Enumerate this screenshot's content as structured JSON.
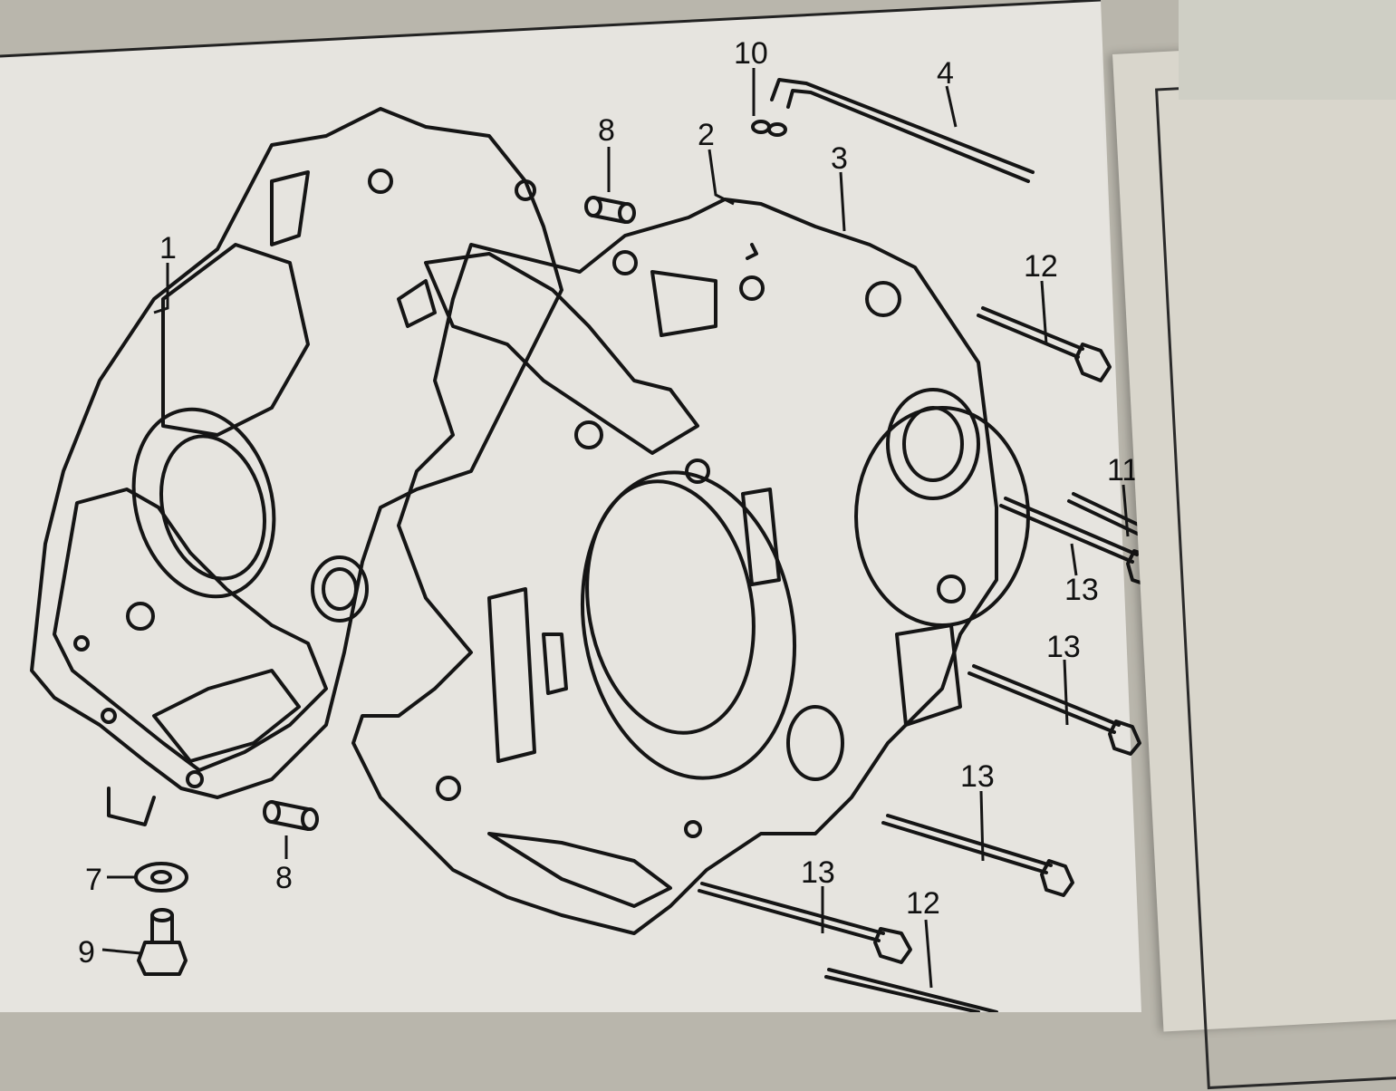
{
  "diagram": {
    "callouts": [
      {
        "id": "c1",
        "label": "1"
      },
      {
        "id": "c2",
        "label": "2"
      },
      {
        "id": "c3",
        "label": "3"
      },
      {
        "id": "c4",
        "label": "4"
      },
      {
        "id": "c7",
        "label": "7"
      },
      {
        "id": "c8a",
        "label": "8"
      },
      {
        "id": "c8b",
        "label": "8"
      },
      {
        "id": "c9",
        "label": "9"
      },
      {
        "id": "c10",
        "label": "10"
      },
      {
        "id": "c11",
        "label": "11"
      },
      {
        "id": "c12a",
        "label": "12"
      },
      {
        "id": "c12b",
        "label": "12"
      },
      {
        "id": "c13a",
        "label": "13"
      },
      {
        "id": "c13b",
        "label": "13"
      },
      {
        "id": "c13c",
        "label": "13"
      },
      {
        "id": "c13d",
        "label": "13"
      }
    ]
  },
  "colors": {
    "paper": "#e6e4df",
    "ink": "#151515",
    "accent_red": "#c0392b"
  }
}
